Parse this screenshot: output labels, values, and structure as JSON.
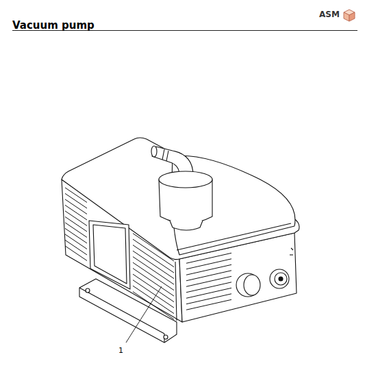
{
  "diagram": {
    "title": "Vacuum pump",
    "labels": [
      "ASM",
      "1"
    ]
  }
}
